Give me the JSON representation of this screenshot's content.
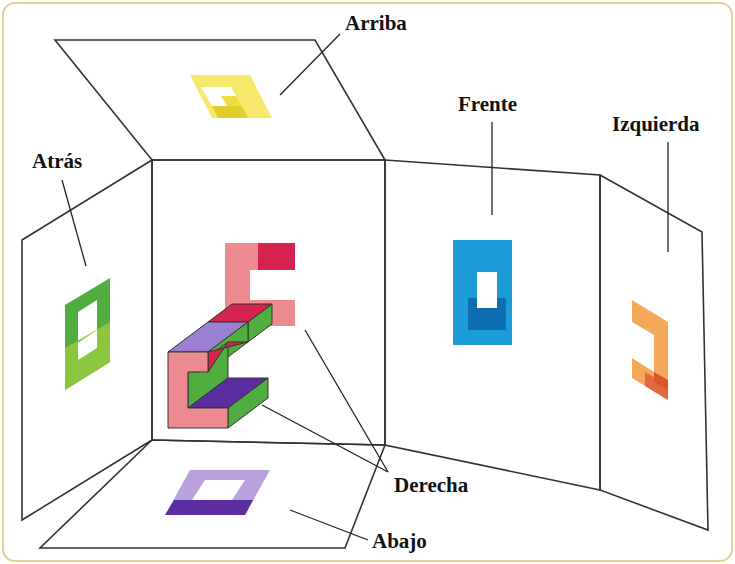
{
  "diagram": {
    "labels": [
      "Arriba",
      "Frente",
      "Izquierda",
      "Atrás",
      "Derecha",
      "Abajo"
    ]
  }
}
